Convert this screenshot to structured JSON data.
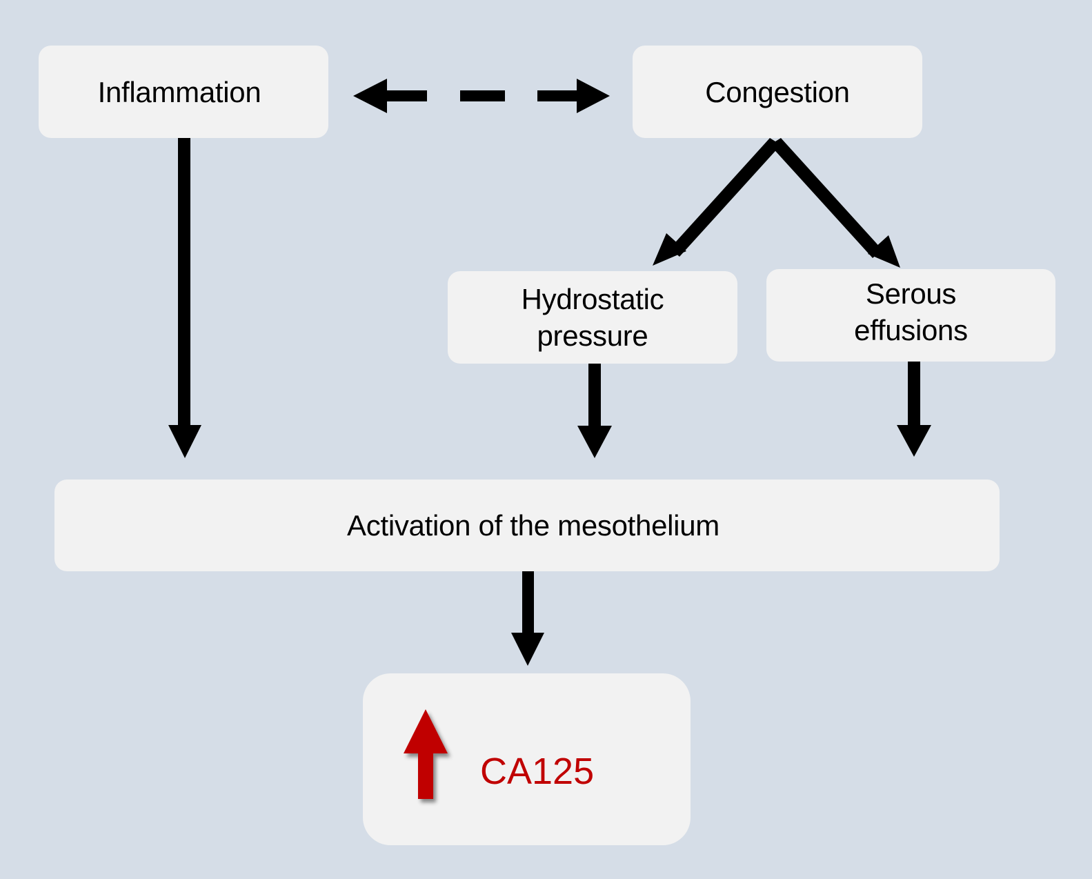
{
  "diagram": {
    "nodes": {
      "inflammation": "Inflammation",
      "congestion": "Congestion",
      "hydrostatic_line1": "Hydrostatic",
      "hydrostatic_line2": "pressure",
      "serous_line1": "Serous",
      "serous_line2": "effusions",
      "activation": "Activation of the mesothelium",
      "ca125": "CA125"
    },
    "edges": [
      {
        "from": "inflammation",
        "to": "congestion",
        "style": "dashed",
        "direction": "bidirectional"
      },
      {
        "from": "congestion",
        "to": "hydrostatic_pressure",
        "style": "solid"
      },
      {
        "from": "congestion",
        "to": "serous_effusions",
        "style": "solid"
      },
      {
        "from": "inflammation",
        "to": "activation",
        "style": "solid"
      },
      {
        "from": "hydrostatic_pressure",
        "to": "activation",
        "style": "solid"
      },
      {
        "from": "serous_effusions",
        "to": "activation",
        "style": "solid"
      },
      {
        "from": "activation",
        "to": "ca125",
        "style": "solid"
      }
    ],
    "ca125_indicator": "increase-arrow",
    "colors": {
      "background": "#d5dde7",
      "box": "#f2f2f2",
      "arrow": "#000000",
      "highlight": "#c00000"
    }
  }
}
